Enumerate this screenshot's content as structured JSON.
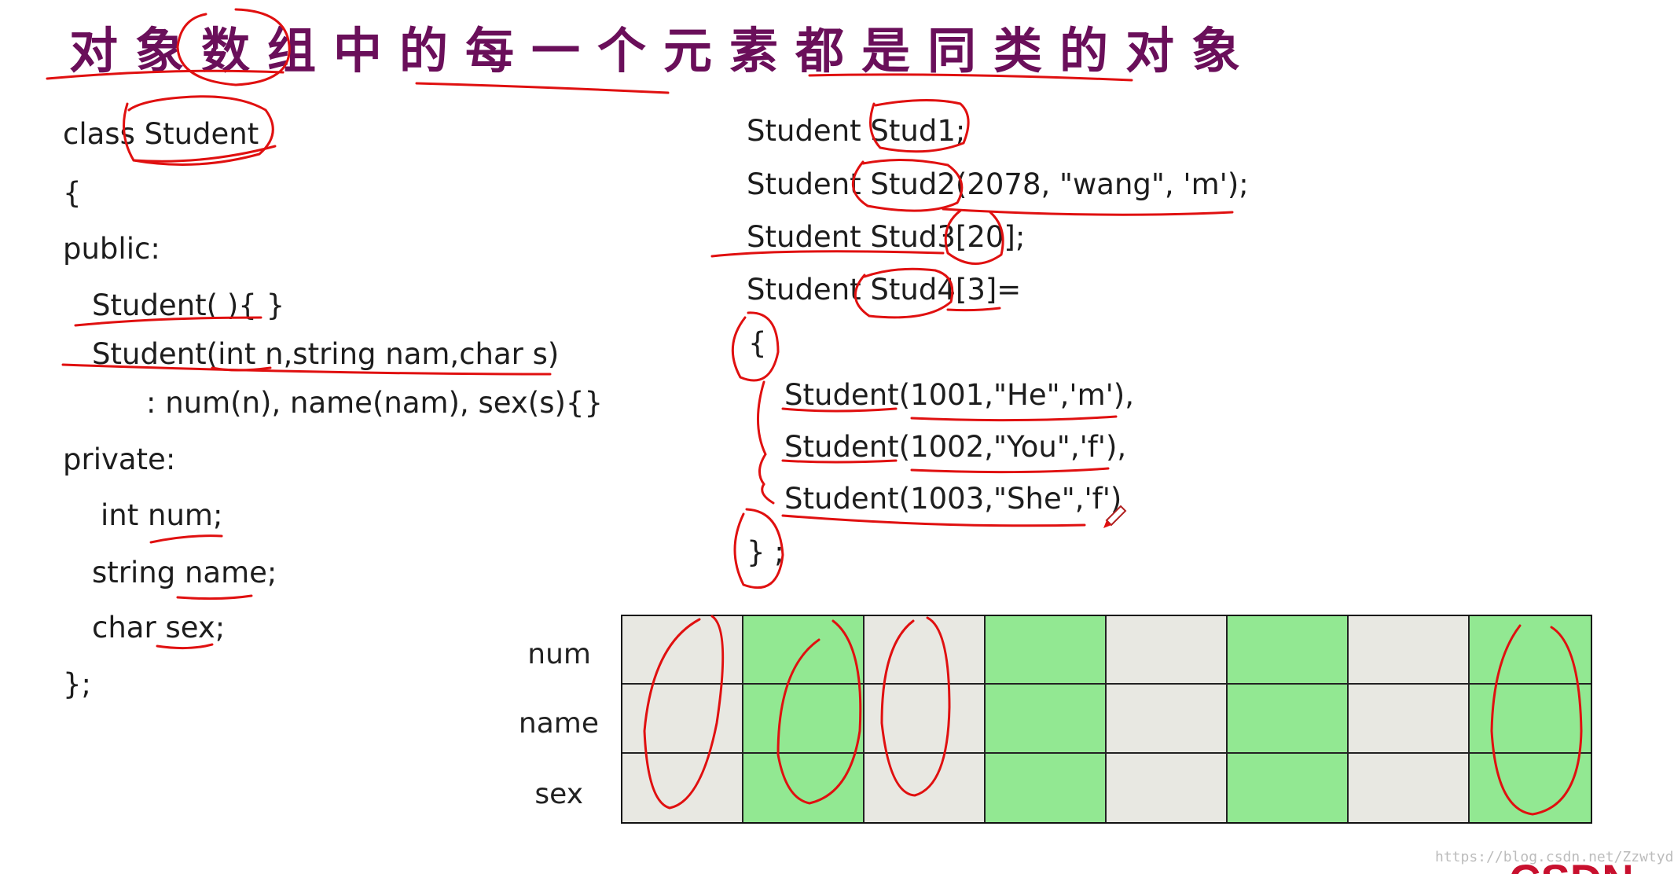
{
  "slide": {
    "title": "对象数组中的每一个元素都是同类的对象"
  },
  "class_code": [
    "class Student",
    "{",
    "public:",
    "Student( ){ }",
    "Student(int n,string nam,char s)",
    ": num(n), name(nam), sex(s){}",
    "private:",
    "int num;",
    "string name;",
    "char sex;",
    "};"
  ],
  "object_code": [
    "Student Stud1;",
    "Student Stud2(2078, \"wang\", 'm');",
    "Student Stud3[20];",
    "Student Stud4[3]=",
    "{",
    "Student(1001,\"He\",'m'),",
    "Student(1002,\"You\",'f'),",
    "Student(1003,\"She\",'f')",
    "} ;"
  ],
  "memory_table": {
    "row_labels": [
      "num",
      "name",
      "sex"
    ],
    "column_colors": [
      "#e8e8e2",
      "#92e892",
      "#e8e8e2",
      "#92e892",
      "#e8e8e2",
      "#92e892",
      "#e8e8e2",
      "#92e892"
    ]
  },
  "colors": {
    "title": "#6a0f5a",
    "annotation_ink": "#e01010",
    "cell_green": "#92e892",
    "cell_gray": "#e8e8e2"
  },
  "watermark": "https://blog.csdn.net/Zzwtyds",
  "logo_text": "CSDN"
}
